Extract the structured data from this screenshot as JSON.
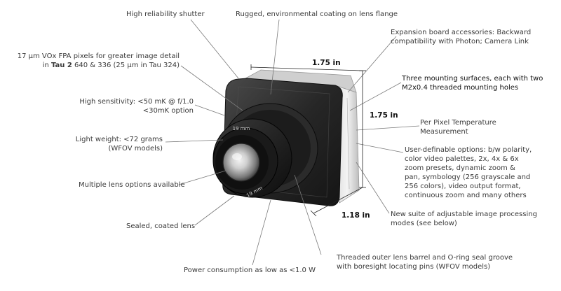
{
  "labels": {
    "shutter": "High reliability shutter",
    "coating": "Rugged, environmental coating on lens flange",
    "expansion_1": "Expansion board accessories: Backward",
    "expansion_2": "compatibility with Photon; Camera Link",
    "pixels_1": "17 μm VOx FPA pixels for greater image detail",
    "pixels_2_pre": "in ",
    "pixels_2_bold": "Tau 2",
    "pixels_2_post": " 640 & 336 (25 μm in Tau 324)",
    "mounting_1": "Three mounting surfaces, each with two",
    "mounting_2": "M2x0.4 threaded mounting holes",
    "sensitivity_1": "High sensitivity: <50 mK @ f/1.0",
    "sensitivity_2": "<30mK option",
    "per_pixel_1": "Per Pixel Temperature",
    "per_pixel_2": "Measurement",
    "weight_1": "Light weight: <72 grams",
    "weight_2": "(WFOV models)",
    "options_1": "User-definable options: b/w polarity,",
    "options_2": "color video palettes, 2x, 4x & 6x",
    "options_3": "zoom presets, dynamic zoom &",
    "options_4": "pan, symbology (256 grayscale and",
    "options_5": "256 colors), video output format,",
    "options_6": "continuous zoom and many others",
    "lens_options": "Multiple lens options available",
    "suite_1": "New suite of adjustable image processing",
    "suite_2": "modes (see below)",
    "sealed": "Sealed, coated lens",
    "barrel_1": "Threaded outer lens barrel and O-ring seal groove",
    "barrel_2": "with boresight locating pins (WFOV models)",
    "power": "Power consumption as low as <1.0 W"
  },
  "dimensions": {
    "width": "1.75 in",
    "height": "1.75 in",
    "depth": "1.18 in"
  },
  "lens_marking": "19 mm"
}
